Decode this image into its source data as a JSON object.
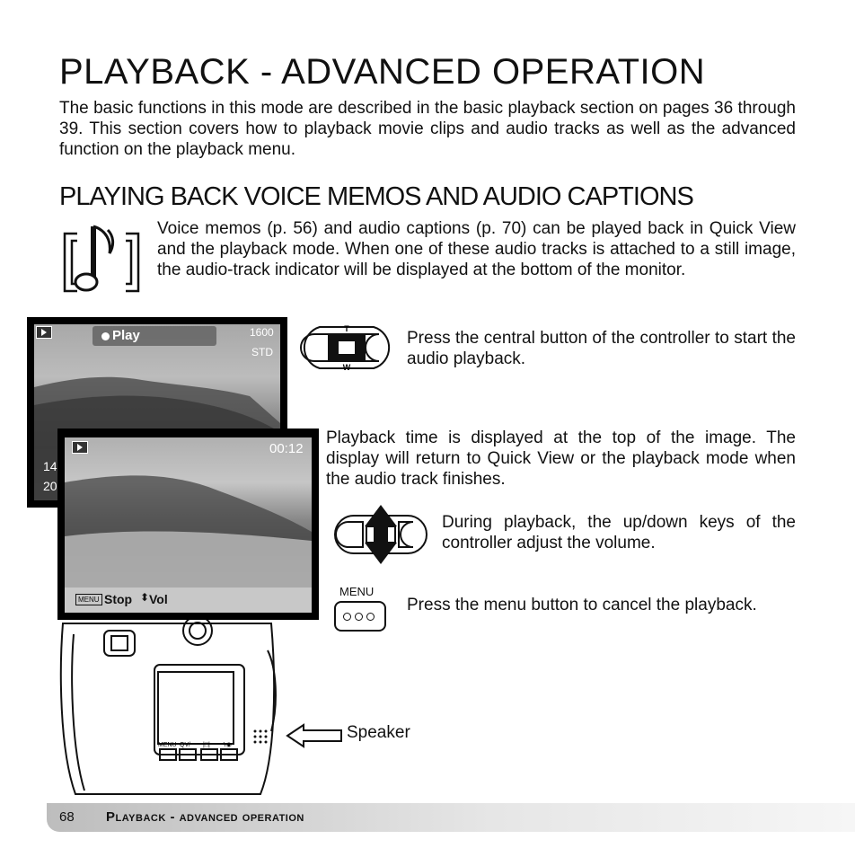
{
  "title": "PLAYBACK - ADVANCED OPERATION",
  "intro": "The basic functions in this mode are described in the basic playback section on pages 36 through 39. This section covers how to playback movie clips and audio tracks as well as the advanced function on the playback menu.",
  "section_heading": "PLAYING BACK VOICE MEMOS AND AUDIO CAPTIONS",
  "voice_memo_text": "Voice memos (p. 56) and audio captions (p. 70) can be played back in Quick View and the playback mode. When one of these audio tracks is attached to a still image, the audio-track indicator will be displayed at the bottom of the monitor.",
  "screen1": {
    "play_label": "Play",
    "resolution": "1600",
    "quality": "STD",
    "left_line1": "14",
    "left_line2": "20"
  },
  "screen2": {
    "time": "00:12",
    "menu_tag": "MENU",
    "stop_label": "Stop",
    "vol_label": "Vol"
  },
  "controller_t": "T",
  "controller_w": "W",
  "step_play": "Press the central button of the controller to start the audio playback.",
  "step_time": "Playback time is displayed at the top of the image. The display will return to Quick View or the playback mode when the audio track finishes.",
  "step_volume": "During playback, the up/down keys of the controller adjust the volume.",
  "menu_button_label": "MENU",
  "step_cancel": "Press the menu button to cancel the playback.",
  "camera": {
    "menu": "MENU",
    "qv": "QV/",
    "display": "|□|",
    "flash": "ϟ◉"
  },
  "speaker_label": "Speaker",
  "footer": {
    "page_number": "68",
    "section_title": "Playback - advanced operation"
  }
}
